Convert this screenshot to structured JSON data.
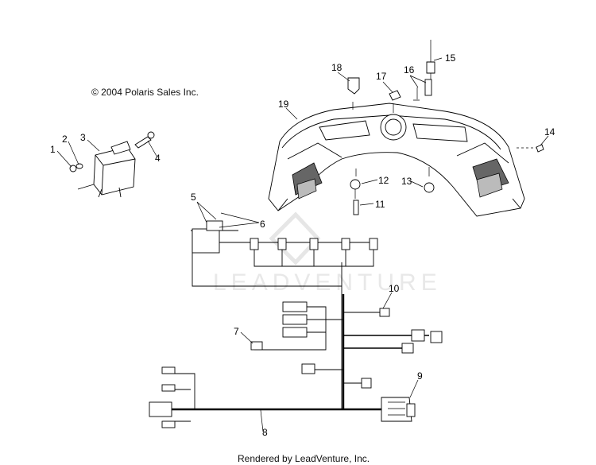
{
  "copyright": "© 2004 Polaris Sales Inc.",
  "footer": "Rendered by LeadVenture, Inc.",
  "watermark": "LEADVENTURE",
  "callouts": [
    "1",
    "2",
    "3",
    "4",
    "5",
    "6",
    "7",
    "8",
    "9",
    "10",
    "11",
    "12",
    "13",
    "14",
    "15",
    "16",
    "17",
    "18",
    "19"
  ]
}
